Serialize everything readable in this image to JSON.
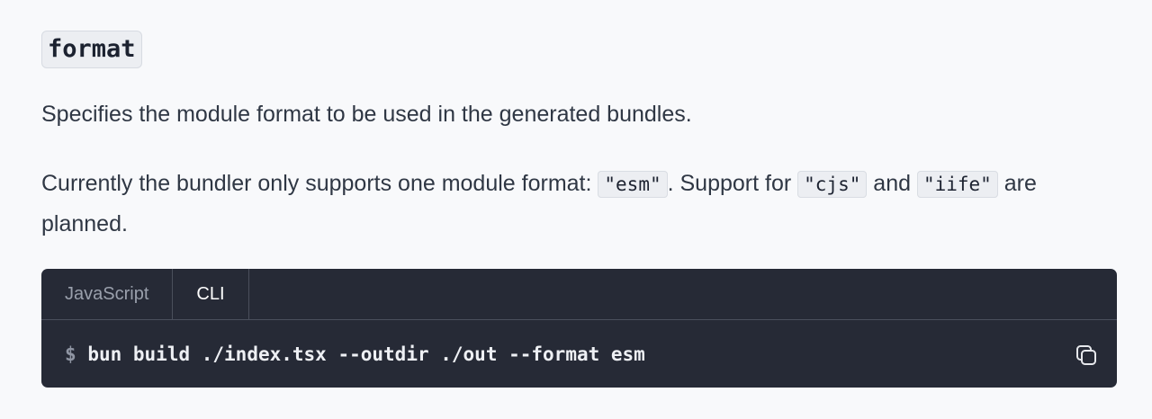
{
  "heading": {
    "code": "format"
  },
  "paragraph1": {
    "text": "Specifies the module format to be used in the generated bundles."
  },
  "paragraph2": {
    "before": "Currently the bundler only supports one module format: ",
    "code1": "\"esm\"",
    "middle1": ". Support for ",
    "code2": "\"cjs\"",
    "middle2": " and ",
    "code3": "\"iife\"",
    "after": " are planned."
  },
  "code_block": {
    "tabs": [
      {
        "label": "JavaScript",
        "active": false
      },
      {
        "label": "CLI",
        "active": true
      }
    ],
    "prompt": "$",
    "command": "bun build ./index.tsx --outdir ./out --format esm",
    "copy_icon": "copy-icon"
  },
  "colors": {
    "page_background": "#f8f9fb",
    "code_background": "#262a36",
    "text": "#2f3744"
  }
}
